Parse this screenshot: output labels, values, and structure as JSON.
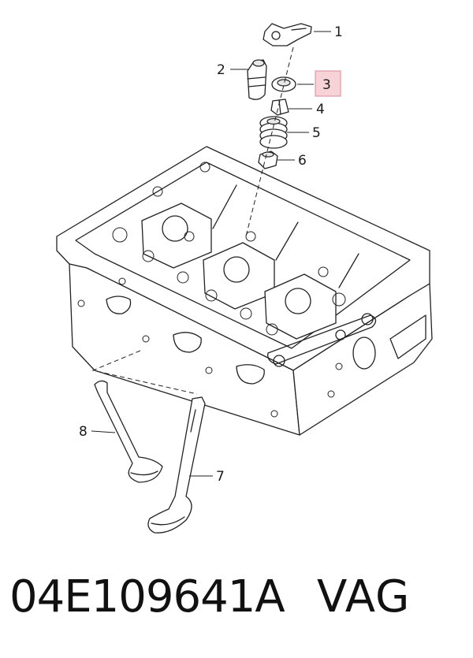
{
  "callouts": [
    {
      "id": "1",
      "label": "1",
      "highlighted": false
    },
    {
      "id": "2",
      "label": "2",
      "highlighted": false
    },
    {
      "id": "3",
      "label": "3",
      "highlighted": true
    },
    {
      "id": "4",
      "label": "4",
      "highlighted": false
    },
    {
      "id": "5",
      "label": "5",
      "highlighted": false
    },
    {
      "id": "6",
      "label": "6",
      "highlighted": false
    },
    {
      "id": "7",
      "label": "7",
      "highlighted": false
    },
    {
      "id": "8",
      "label": "8",
      "highlighted": false
    }
  ],
  "highlight_color": "#f7d3d8",
  "highlight_border": "#d98a96",
  "footer": {
    "part_number": "04E109641A",
    "brand": "VAG"
  }
}
